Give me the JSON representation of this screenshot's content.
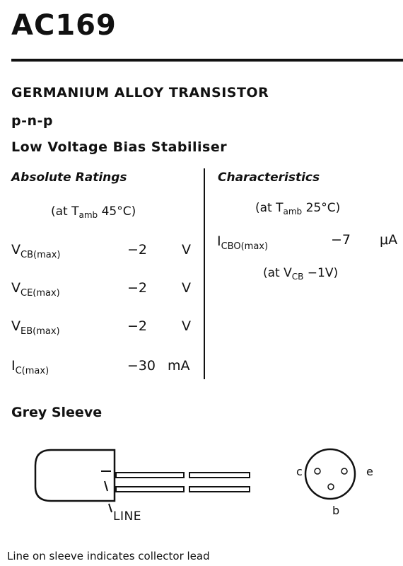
{
  "header": {
    "part_number": "AC169"
  },
  "description": {
    "type": "GERMANIUM ALLOY TRANSISTOR",
    "polarity": "p-n-p",
    "application": "Low Voltage Bias Stabiliser"
  },
  "absolute_ratings": {
    "heading": "Absolute Ratings",
    "condition_prefix": "(at T",
    "condition_sub": "amb",
    "condition_suffix": " 45°C)",
    "rows": [
      {
        "symbol": "V",
        "sub": "CB(max)",
        "value": "−2",
        "unit": "V"
      },
      {
        "symbol": "V",
        "sub": "CE(max)",
        "value": "−2",
        "unit": "V"
      },
      {
        "symbol": "V",
        "sub": "EB(max)",
        "value": "−2",
        "unit": "V"
      },
      {
        "symbol": "I",
        "sub": "C(max)",
        "value": "−30",
        "unit": "mA"
      }
    ]
  },
  "characteristics": {
    "heading": "Characteristics",
    "condition_prefix": "(at T",
    "condition_sub": "amb",
    "condition_suffix": " 25°C)",
    "rows": [
      {
        "symbol": "I",
        "sub": "CBO(max)",
        "value": "−7",
        "unit": "μA"
      }
    ],
    "test_prefix": "(at V",
    "test_sub": "CB",
    "test_suffix": " −1V)"
  },
  "package": {
    "heading": "Grey Sleeve",
    "line_label": "LINE",
    "pins": {
      "collector": "c",
      "emitter": "e",
      "base": "b"
    },
    "note": "Line on sleeve indicates collector lead"
  }
}
